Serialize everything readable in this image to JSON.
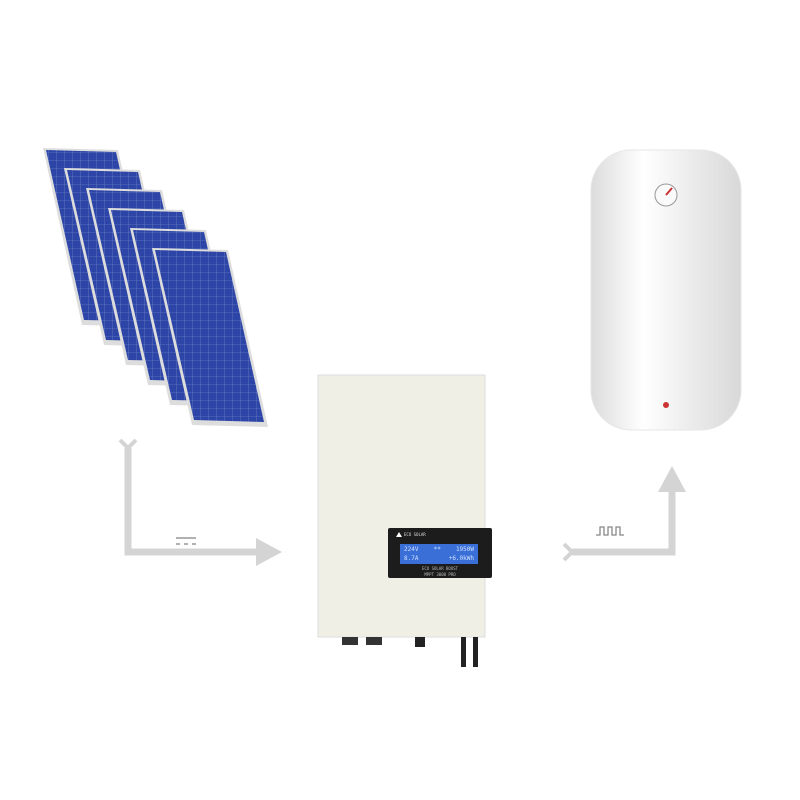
{
  "inverter": {
    "brand": "ECO SOLAR",
    "display": {
      "line1_left": "224V",
      "line1_mid": "**",
      "line1_right": "1950W",
      "line2_left": "8.7A",
      "line2_right": "+6.0kWh"
    },
    "model_line1": "ECO SOLAR BOOST",
    "model_line2": "MPPT 3000 PRO"
  },
  "colors": {
    "panel": "#2a44a8",
    "arrow": "#d4d4d4",
    "inverter": "#efefe6",
    "heater": "#f6f6f6"
  }
}
